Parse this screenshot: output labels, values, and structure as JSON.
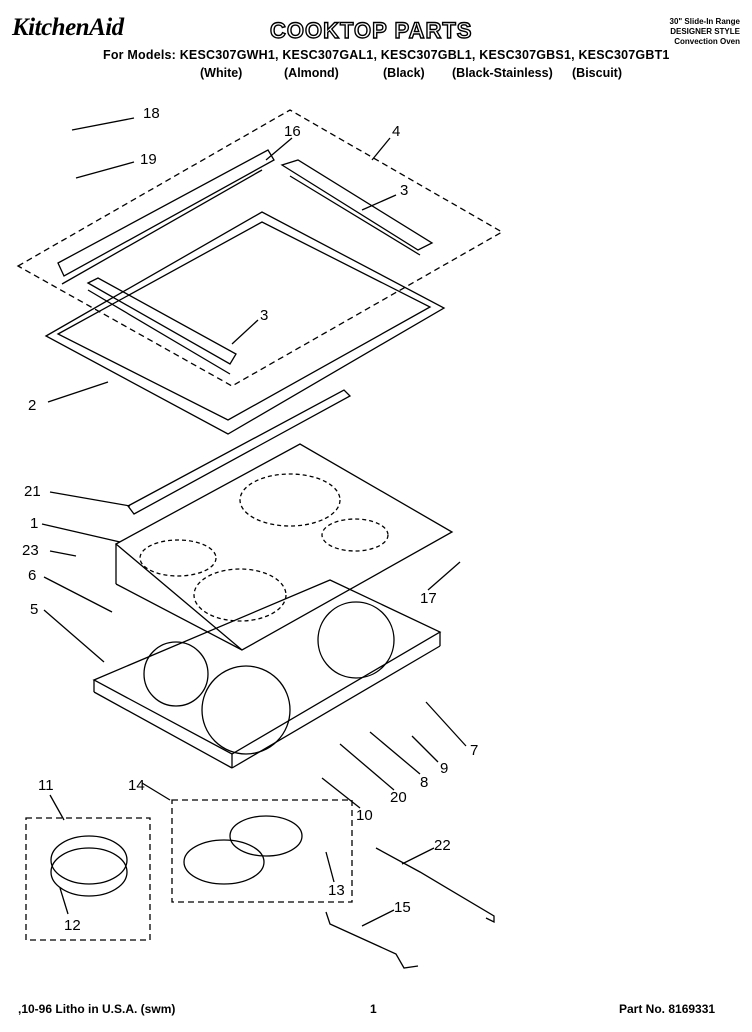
{
  "header": {
    "brand": "KitchenAid",
    "title": "COOKTOP PARTS",
    "range_type": "30\" Slide-In Range",
    "style": "DESIGNER STYLE",
    "oven": "Convection Oven",
    "models_line": "For Models: KESC307GWH1, KESC307GAL1, KESC307GBL1, KESC307GBS1, KESC307GBT1",
    "colors": [
      "(White)",
      "(Almond)",
      "(Black)",
      "(Black-Stainless)",
      "(Biscuit)"
    ]
  },
  "callouts": [
    "18",
    "16",
    "4",
    "19",
    "3",
    "3",
    "2",
    "21",
    "1",
    "23",
    "6",
    "17",
    "5",
    "7",
    "9",
    "8",
    "20",
    "10",
    "11",
    "14",
    "22",
    "13",
    "12",
    "15"
  ],
  "footer": {
    "litho": ",10-96 Litho in U.S.A. (swm)",
    "page": "1",
    "part_no": "Part No. 8169331"
  }
}
